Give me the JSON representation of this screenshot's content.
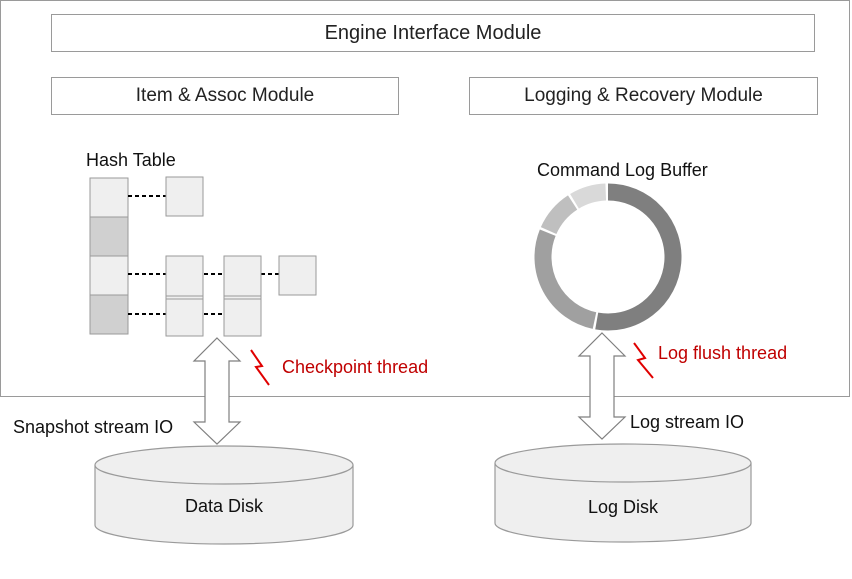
{
  "modules": {
    "engine_interface": "Engine Interface Module",
    "item_assoc": "Item & Assoc Module",
    "logging_recovery": "Logging & Recovery Module"
  },
  "hash_table": {
    "label": "Hash Table"
  },
  "command_log_buffer": {
    "label": "Command Log Buffer"
  },
  "threads": {
    "checkpoint": "Checkpoint thread",
    "log_flush": "Log flush thread"
  },
  "io": {
    "snapshot": "Snapshot stream IO",
    "log_stream": "Log stream IO"
  },
  "disks": {
    "data": "Data Disk",
    "log": "Log Disk"
  },
  "colors": {
    "border": "#9a9a9a",
    "cell_light": "#efefef",
    "cell_dark": "#d0d0d0",
    "thread_red": "#e00000",
    "thread_text": "#c00000",
    "ring_dark": "#7f7f7f",
    "ring_mid": "#a0a0a0",
    "ring_light": "#bfbfbf",
    "ring_lightest": "#d9d9d9"
  }
}
